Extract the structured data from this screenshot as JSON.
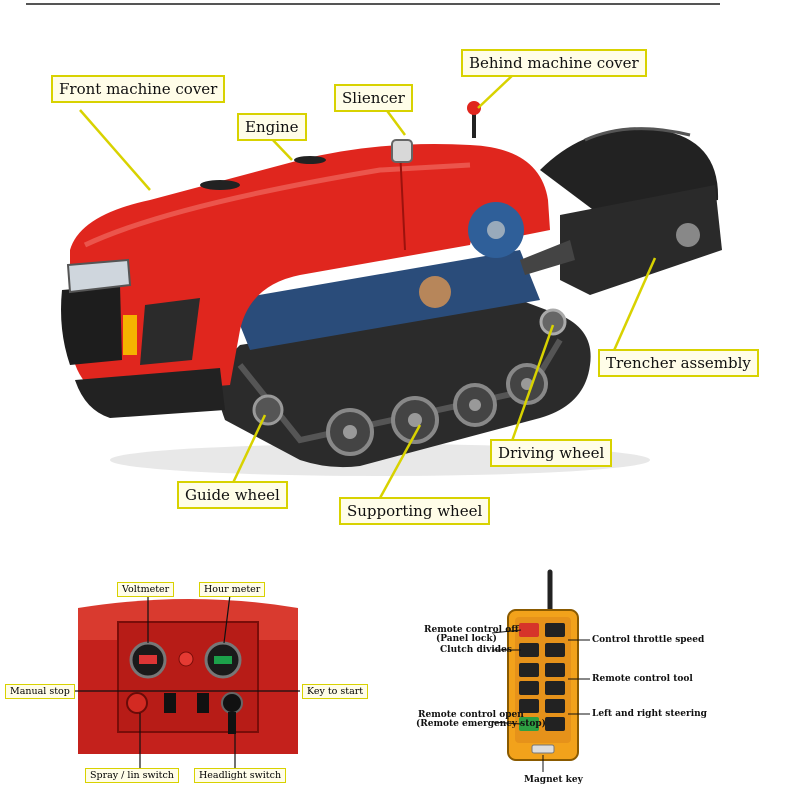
{
  "machine_labels": {
    "front_cover": "Front machine cover",
    "engine": "Engine",
    "silencer": "Sliencer",
    "behind_cover": "Behind machine cover",
    "trencher": "Trencher assembly",
    "driving_wheel": "Driving wheel",
    "guide_wheel": "Guide wheel",
    "supporting_wheel": "Supporting wheel"
  },
  "panel_labels": {
    "voltmeter": "Voltmeter",
    "hour_meter": "Hour meter",
    "manual_stop": "Manual stop",
    "key_to_start": "Key to start",
    "spray_switch": "Spray / lin switch",
    "headlight_switch": "Headlight switch"
  },
  "remote_labels": {
    "remote_off": "Remote control off",
    "panel_lock": "(Panel lock)",
    "clutch": "Clutch divides",
    "remote_open": "Remote control open",
    "emergency_stop": "(Remote emergency stop)",
    "throttle": "Control throttle speed",
    "remote_tool": "Remote control tool",
    "steering": "Left and right steering",
    "magnet_key": "Magnet key"
  },
  "colors": {
    "callout_border": "#d8d200",
    "callout_fill": "#fffde8",
    "machine_red": "#e0261e",
    "track": "#2b2b2b",
    "remote_orange": "#f2a21b"
  }
}
